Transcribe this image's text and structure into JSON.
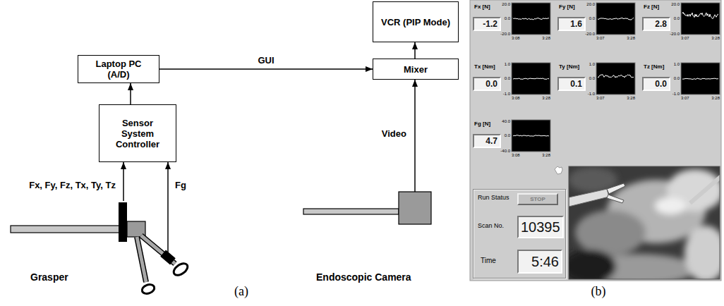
{
  "diagram": {
    "nodes": [
      {
        "text": [
          "VCR (PIP Mode)"
        ]
      },
      {
        "text": [
          "Laptop PC (A/D)"
        ]
      },
      {
        "text": [
          "Mixer"
        ]
      },
      {
        "text": [
          "Sensor System Controller"
        ]
      },
      {
        "text": [
          "Grasper"
        ]
      },
      {
        "text": [
          "Endoscopic Camera"
        ]
      },
      {
        "text": [
          "-1.2"
        ]
      },
      {
        "text": [
          "1.6"
        ]
      },
      {
        "text": [
          "2.8"
        ]
      },
      {
        "text": [
          "0.0"
        ]
      },
      {
        "text": [
          "0.1"
        ]
      },
      {
        "text": [
          "0.0"
        ]
      },
      {
        "text": [
          "4.7"
        ]
      },
      {
        "text": [
          "Run Status",
          "Scan No.",
          "Time"
        ]
      },
      {
        "text": [
          "STOP"
        ],
        "in": 13
      },
      {
        "text": [
          "10395"
        ],
        "in": 13
      },
      {
        "text": [
          "5:46"
        ],
        "in": 13
      }
    ],
    "edges": [
      {
        "from": 4,
        "to": 3,
        "arrow": "to",
        "label": "Fx, Fy, Fz, Tx, Ty, Tz"
      },
      {
        "from": 4,
        "to": 3,
        "arrow": "to",
        "label": "Fg"
      },
      {
        "from": 3,
        "to": 1,
        "arrow": "to"
      },
      {
        "from": 1,
        "to": 2,
        "arrow": "to",
        "label": "GUI"
      },
      {
        "from": 5,
        "to": 2,
        "arrow": "to",
        "label": "Video"
      },
      {
        "from": 2,
        "to": 0,
        "arrow": "to"
      }
    ],
    "labels": [
      "(a)",
      "(b)",
      "Fx [N]",
      "20.0",
      "0.0",
      "-20.0",
      "3:08",
      "3:28",
      "Fy [N]",
      "20.0",
      "0.0",
      "-20.0",
      "3:07",
      "3:28",
      "Fz [N]",
      "20.0",
      "0.0",
      "-20.0",
      "3:07",
      "3:28",
      "Tx [Nm]",
      "1.0",
      "0.0",
      "-1.0",
      "3:08",
      "3:28",
      "Ty [Nm]",
      "1.0",
      "0.0",
      "-1.0",
      "3:07",
      "3:28",
      "Tz [Nm]",
      "1.0",
      "0.0",
      "-1.0",
      "3:07",
      "3:28",
      "Fg [N]",
      "40.0",
      "0.0",
      "-40.0",
      "3:08",
      "3:28"
    ]
  }
}
